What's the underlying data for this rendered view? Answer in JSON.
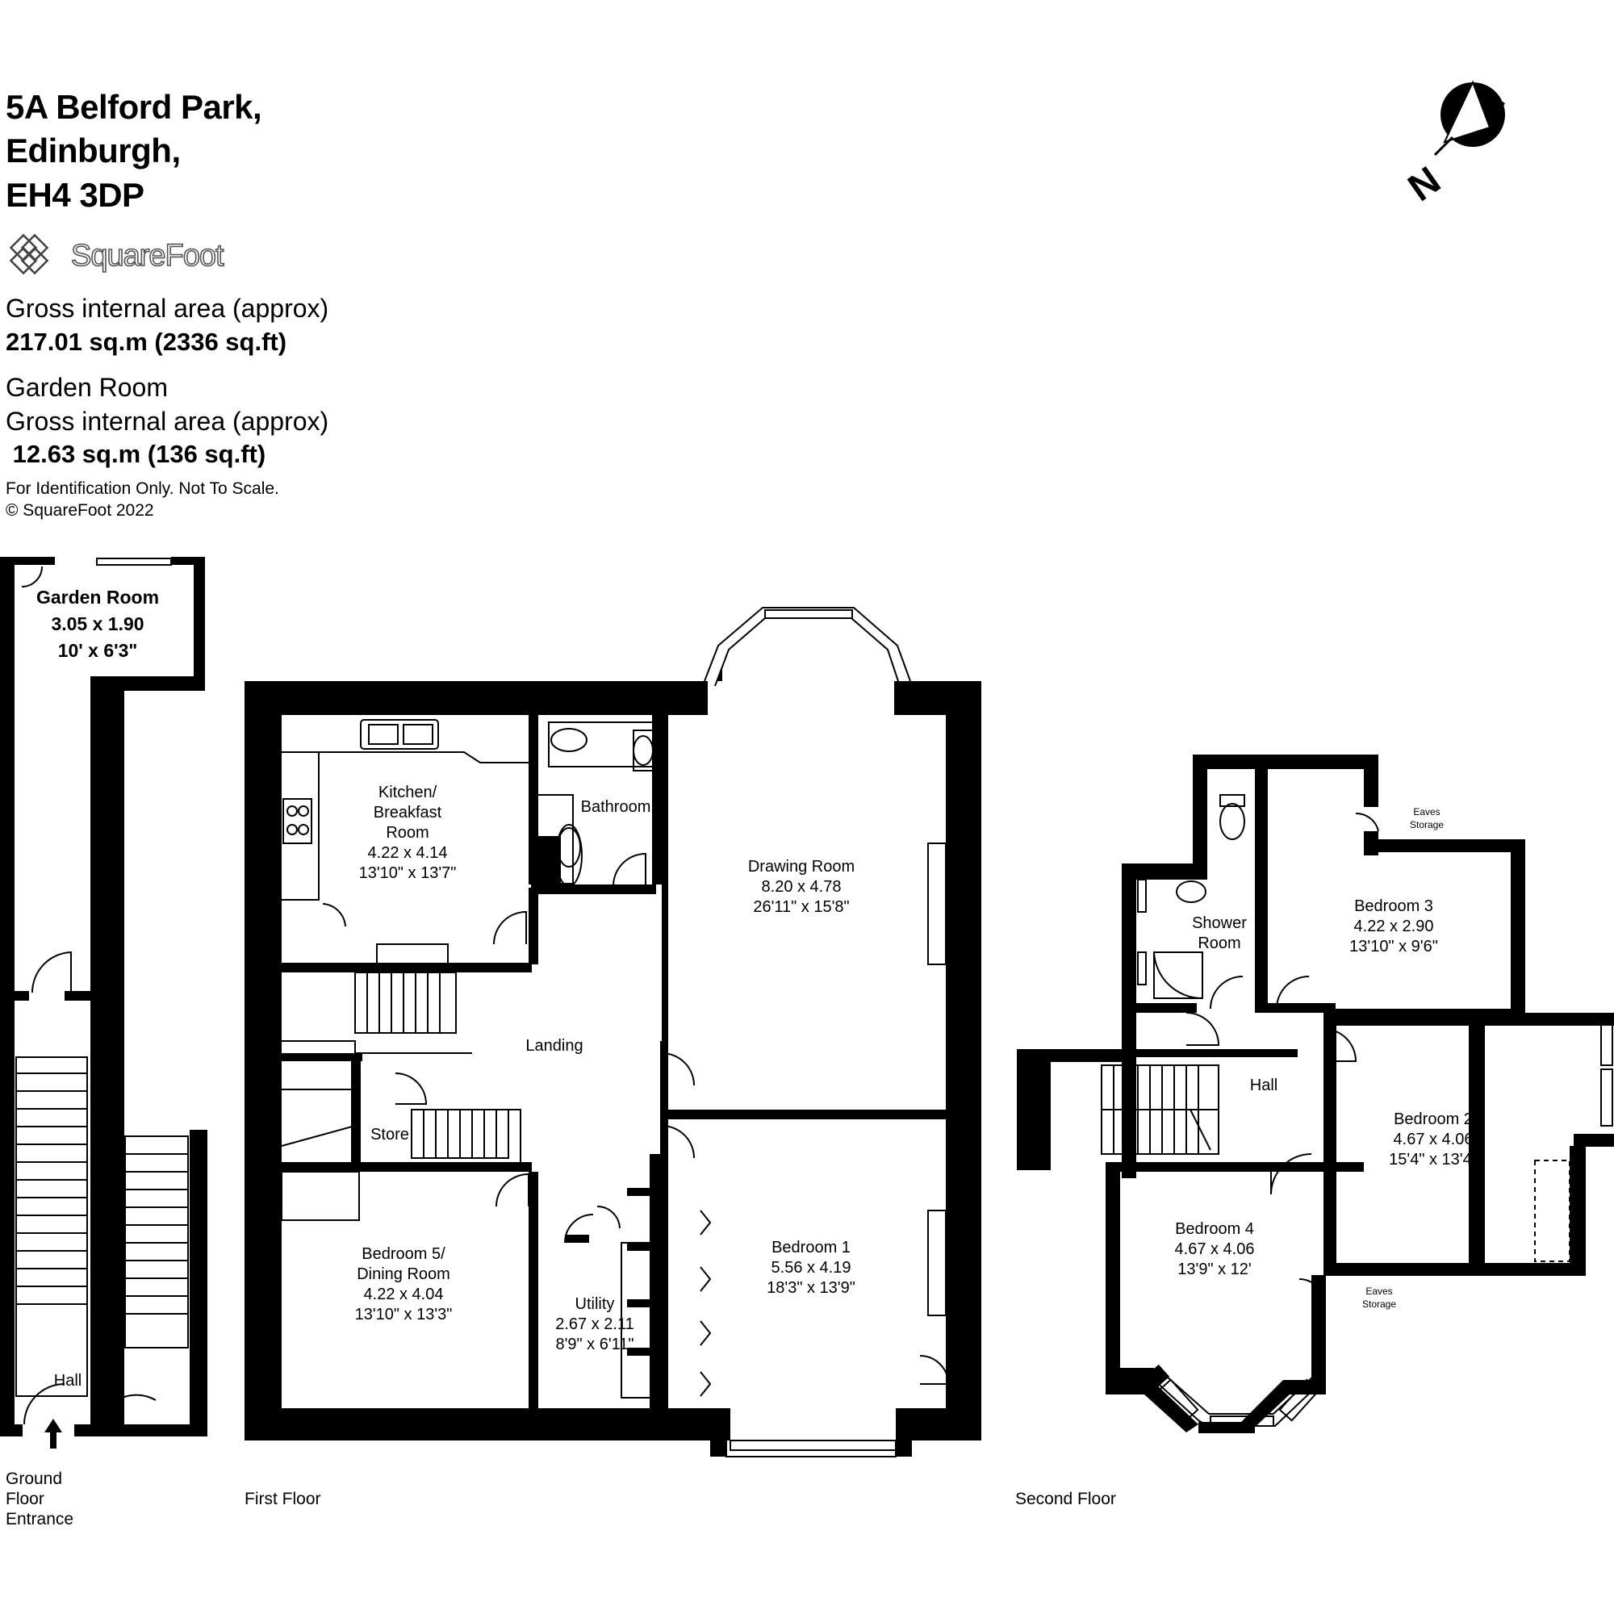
{
  "header": {
    "address_line1": "5A Belford Park,",
    "address_line2": "Edinburgh,",
    "address_line3": "EH4 3DP",
    "brand": "SquareFoot",
    "gia_label": "Gross internal area (approx)",
    "gia_value": "217.01 sq.m (2336 sq.ft)",
    "garden_title": "Garden Room",
    "garden_gia_label": "Gross internal area (approx)",
    "garden_gia_value": " 12.63 sq.m (136 sq.ft)",
    "disclaimer": "For Identification Only. Not To Scale.",
    "copyright": "© SquareFoot 2022"
  },
  "compass": {
    "label": "N"
  },
  "rooms": {
    "garden_room": {
      "name": "Garden Room",
      "metric": "3.05 x 1.90",
      "imperial": "10' x 6'3\""
    },
    "ground_hall": {
      "name": "Hall"
    },
    "kitchen": {
      "name1": "Kitchen/",
      "name2": "Breakfast",
      "name3": "Room",
      "metric": "4.22 x 4.14",
      "imperial": "13'10\" x 13'7\""
    },
    "bathroom": {
      "name": "Bathroom"
    },
    "drawing_room": {
      "name": "Drawing Room",
      "metric": "8.20 x 4.78",
      "imperial": "26'11\" x 15'8\""
    },
    "landing": {
      "name": "Landing"
    },
    "store": {
      "name": "Store"
    },
    "bedroom5": {
      "name1": "Bedroom 5/",
      "name2": "Dining Room",
      "metric": "4.22 x 4.04",
      "imperial": "13'10\" x 13'3\""
    },
    "utility": {
      "name": "Utility",
      "metric": "2.67 x 2.11",
      "imperial": "8'9\" x 6'11\""
    },
    "bedroom1": {
      "name": "Bedroom 1",
      "metric": "5.56 x 4.19",
      "imperial": "18'3\" x 13'9\""
    },
    "shower_room": {
      "name1": "Shower",
      "name2": "Room"
    },
    "bedroom3": {
      "name": "Bedroom 3",
      "metric": "4.22 x 2.90",
      "imperial": "13'10\" x 9'6\""
    },
    "second_hall": {
      "name": "Hall"
    },
    "bedroom2": {
      "name": "Bedroom 2",
      "metric": "4.67 x 4.06",
      "imperial": "15'4\" x 13'4\""
    },
    "bedroom4": {
      "name": "Bedroom 4",
      "metric": "4.67 x 4.06",
      "imperial": "13'9\" x 12'"
    },
    "eaves1": {
      "line1": "Eaves",
      "line2": "Storage"
    },
    "eaves2": {
      "line1": "Eaves",
      "line2": "Storage"
    }
  },
  "floors": {
    "ground": {
      "line1": "Ground",
      "line2": "Floor",
      "line3": "Entrance"
    },
    "first": "First Floor",
    "second": "Second Floor"
  }
}
